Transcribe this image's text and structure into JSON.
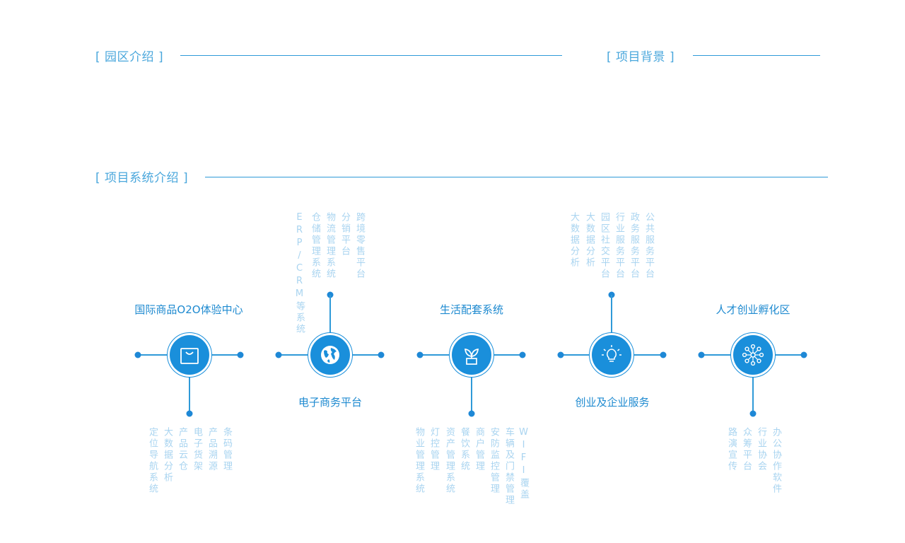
{
  "sections": {
    "park_intro": "[ 园区介绍 ]",
    "project_background": "[ 项目背景 ]",
    "project_systems": "[ 项目系统介绍 ]"
  },
  "nodes": [
    {
      "title": "国际商品O2O体验中心",
      "icon": "shopping-bag-icon",
      "items": [
        "定位导航系统",
        "大数据分析",
        "产品云仓",
        "电子货架",
        "产品溯源",
        "条码管理"
      ]
    },
    {
      "title": "电子商务平台",
      "icon": "globe-icon",
      "items": [
        "ERP/CRM等系统",
        "仓储管理系统",
        "物流管理系统",
        "分销平台",
        "跨境零售平台"
      ]
    },
    {
      "title": "生活配套系统",
      "icon": "plant-icon",
      "items": [
        "物业管理系统",
        "灯控管理",
        "资产管理系统",
        "餐饮系统",
        "商户管理",
        "安防监控管理",
        "车辆及门禁管理",
        "WIFI覆盖"
      ]
    },
    {
      "title": "创业及企业服务",
      "icon": "lightbulb-icon",
      "items": [
        "大数据分析",
        "大数据分析",
        "园区社交平台",
        "行业服务平台",
        "政务服务平台",
        "公共服务平台"
      ]
    },
    {
      "title": "人才创业孵化区",
      "icon": "network-icon",
      "items": [
        "路演宣传",
        "众筹平台",
        "行业协会",
        "办公协作软件"
      ]
    }
  ],
  "colors": {
    "accent": "#1a8fdb",
    "light_text": "#a9d4f0",
    "title_text": "#4aa7dc"
  }
}
